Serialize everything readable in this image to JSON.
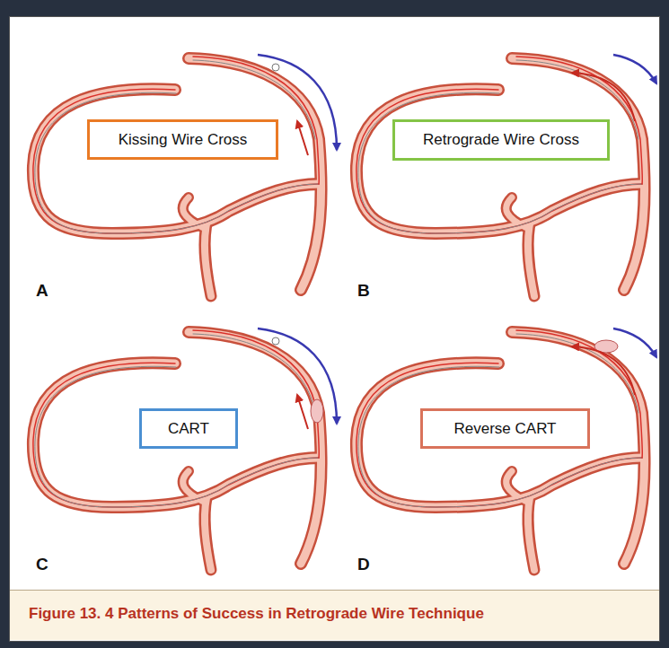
{
  "diagram": {
    "caption": "Figure 13. 4 Patterns of Success in Retrograde Wire Technique",
    "nodes": [
      {
        "text": [
          "Kissing Wire Cross"
        ]
      },
      {
        "text": [
          "Retrograde Wire Cross"
        ]
      },
      {
        "text": [
          "CART"
        ]
      },
      {
        "text": [
          "Reverse CART"
        ]
      }
    ],
    "labels": [
      "A",
      "B",
      "C",
      "D"
    ]
  }
}
